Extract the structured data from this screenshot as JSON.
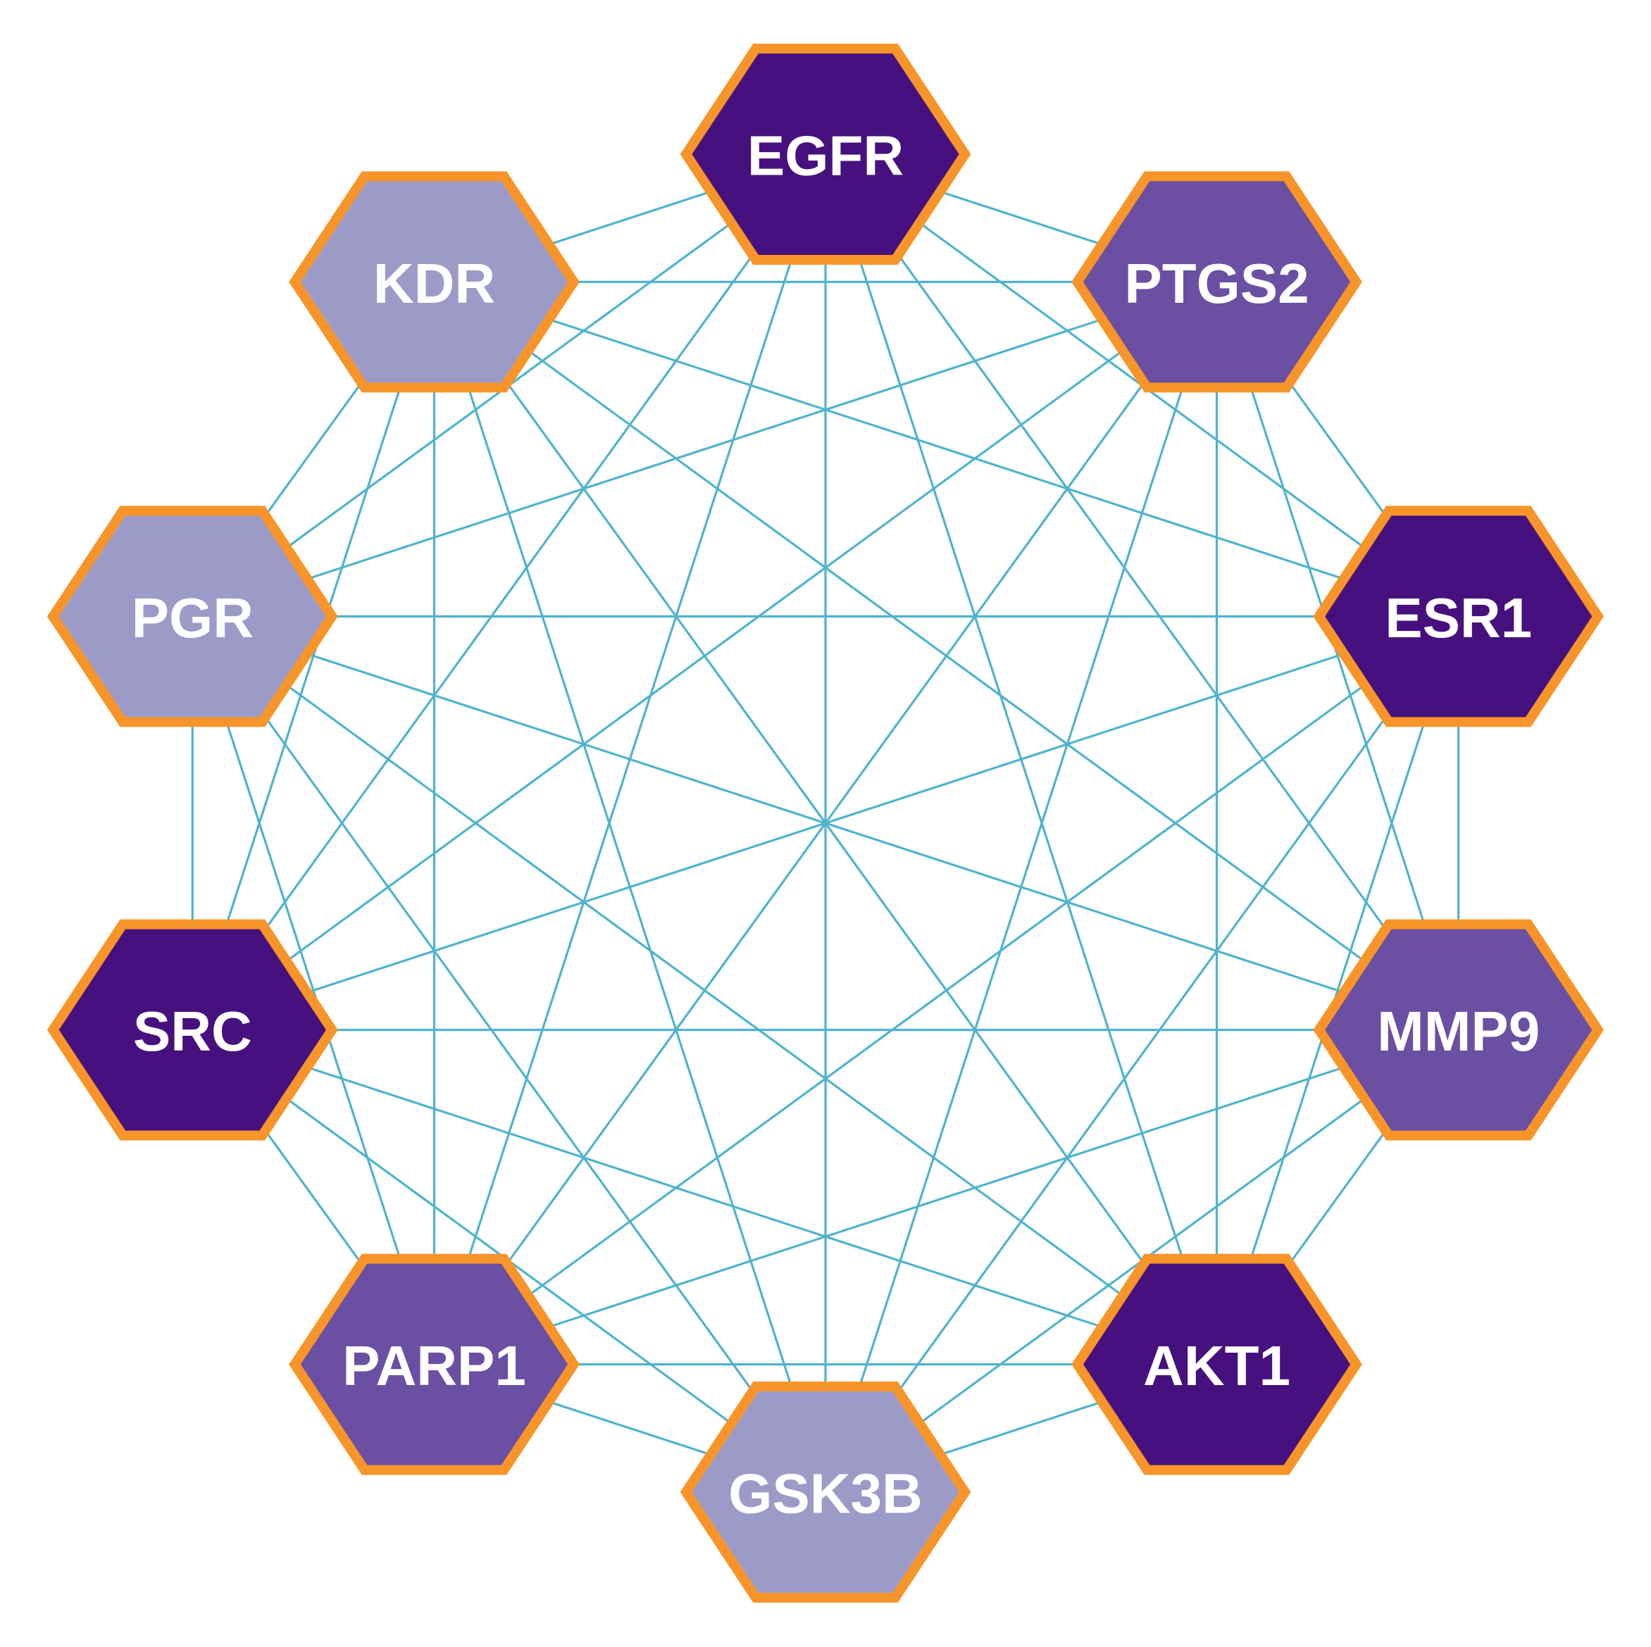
{
  "colors": {
    "edge": "#4fb3cf",
    "border": "#f7952a",
    "label": "#ffffff",
    "tier_dark": "#46117e",
    "tier_medium": "#6a4fa3",
    "tier_light": "#9c9bc8"
  },
  "nodes": [
    {
      "id": "EGFR",
      "label": "EGFR",
      "tier": "dark"
    },
    {
      "id": "PTGS2",
      "label": "PTGS2",
      "tier": "medium"
    },
    {
      "id": "ESR1",
      "label": "ESR1",
      "tier": "dark"
    },
    {
      "id": "MMP9",
      "label": "MMP9",
      "tier": "medium"
    },
    {
      "id": "AKT1",
      "label": "AKT1",
      "tier": "dark"
    },
    {
      "id": "GSK3B",
      "label": "GSK3B",
      "tier": "light"
    },
    {
      "id": "PARP1",
      "label": "PARP1",
      "tier": "medium"
    },
    {
      "id": "SRC",
      "label": "SRC",
      "tier": "dark"
    },
    {
      "id": "PGR",
      "label": "PGR",
      "tier": "light"
    },
    {
      "id": "KDR",
      "label": "KDR",
      "tier": "light"
    }
  ],
  "edges": [
    [
      "EGFR",
      "PTGS2"
    ],
    [
      "EGFR",
      "ESR1"
    ],
    [
      "EGFR",
      "MMP9"
    ],
    [
      "EGFR",
      "AKT1"
    ],
    [
      "EGFR",
      "GSK3B"
    ],
    [
      "EGFR",
      "PARP1"
    ],
    [
      "EGFR",
      "SRC"
    ],
    [
      "EGFR",
      "PGR"
    ],
    [
      "EGFR",
      "KDR"
    ],
    [
      "PTGS2",
      "ESR1"
    ],
    [
      "PTGS2",
      "MMP9"
    ],
    [
      "PTGS2",
      "AKT1"
    ],
    [
      "PTGS2",
      "GSK3B"
    ],
    [
      "PTGS2",
      "PARP1"
    ],
    [
      "PTGS2",
      "SRC"
    ],
    [
      "PTGS2",
      "PGR"
    ],
    [
      "PTGS2",
      "KDR"
    ],
    [
      "ESR1",
      "MMP9"
    ],
    [
      "ESR1",
      "AKT1"
    ],
    [
      "ESR1",
      "GSK3B"
    ],
    [
      "ESR1",
      "PARP1"
    ],
    [
      "ESR1",
      "SRC"
    ],
    [
      "ESR1",
      "PGR"
    ],
    [
      "ESR1",
      "KDR"
    ],
    [
      "MMP9",
      "AKT1"
    ],
    [
      "MMP9",
      "GSK3B"
    ],
    [
      "MMP9",
      "PARP1"
    ],
    [
      "MMP9",
      "SRC"
    ],
    [
      "MMP9",
      "PGR"
    ],
    [
      "MMP9",
      "KDR"
    ],
    [
      "AKT1",
      "GSK3B"
    ],
    [
      "AKT1",
      "PARP1"
    ],
    [
      "AKT1",
      "SRC"
    ],
    [
      "AKT1",
      "PGR"
    ],
    [
      "AKT1",
      "KDR"
    ],
    [
      "GSK3B",
      "PARP1"
    ],
    [
      "GSK3B",
      "SRC"
    ],
    [
      "GSK3B",
      "PGR"
    ],
    [
      "GSK3B",
      "KDR"
    ],
    [
      "PARP1",
      "SRC"
    ],
    [
      "PARP1",
      "PGR"
    ],
    [
      "PARP1",
      "KDR"
    ],
    [
      "SRC",
      "PGR"
    ],
    [
      "SRC",
      "KDR"
    ],
    [
      "PGR",
      "KDR"
    ]
  ]
}
